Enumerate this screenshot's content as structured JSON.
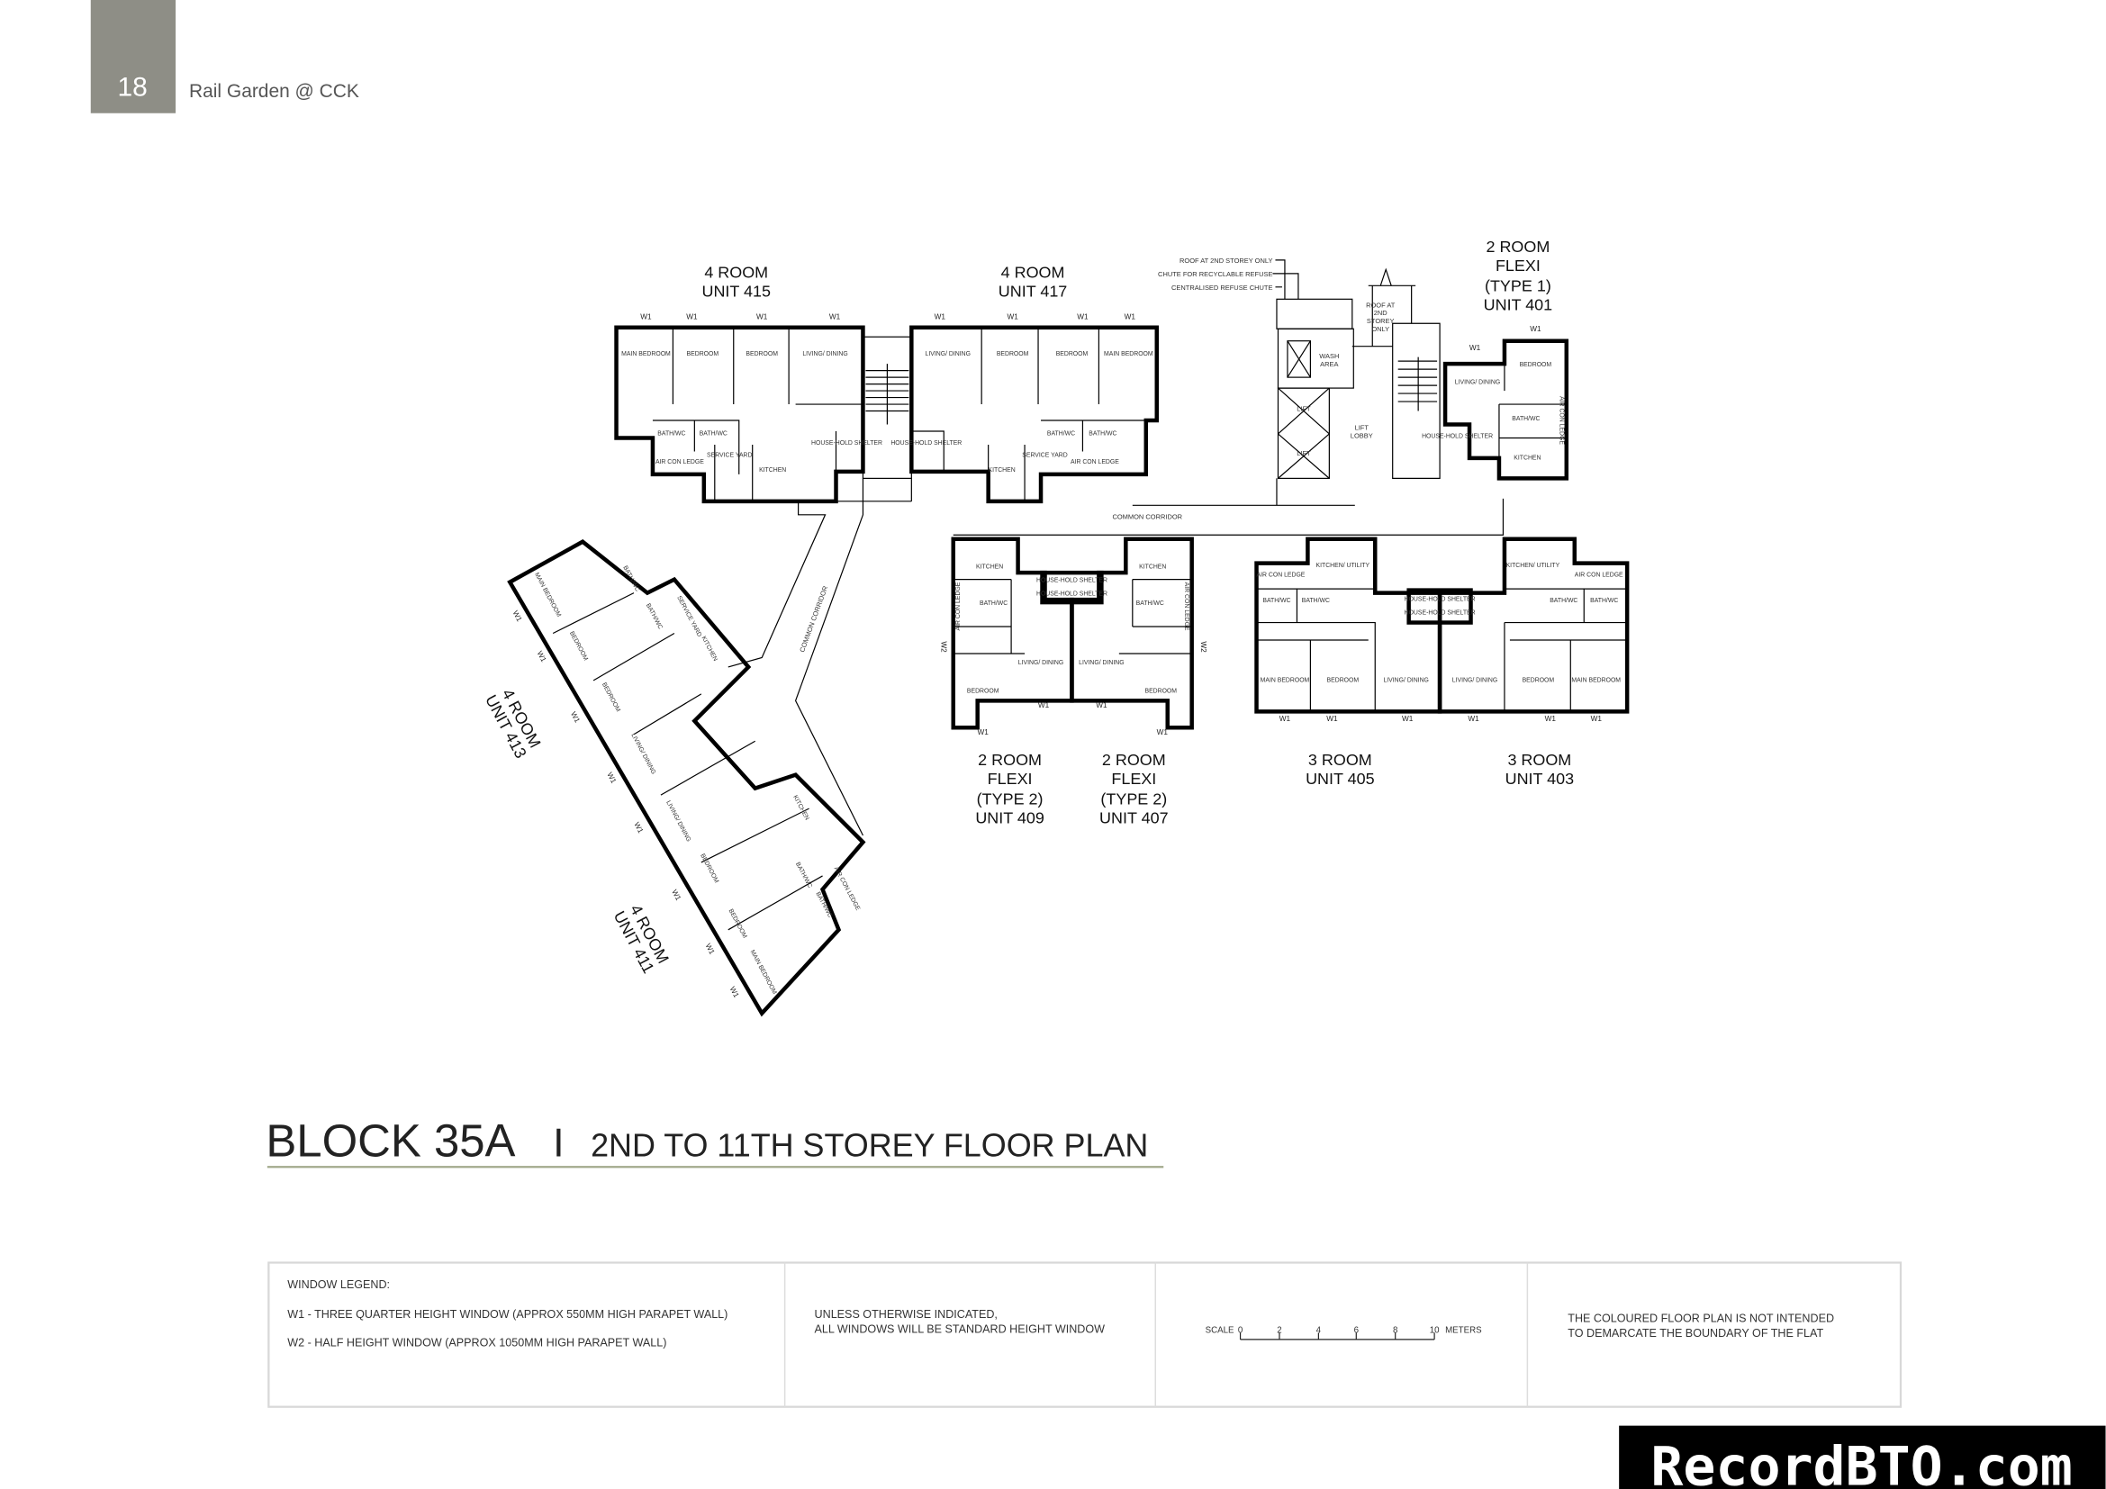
{
  "header": {
    "page_number": "18",
    "project": "Rail Garden @ CCK"
  },
  "colors": {
    "four_room": "#e6ef45",
    "two_room_type2": "#e8675a",
    "three_room": "#a3d977",
    "two_room_type1": "#f4a57b",
    "header_tab": "#8e8e86"
  },
  "units": {
    "u415": {
      "label1": "4 ROOM",
      "label2": "UNIT 415",
      "rooms": [
        "MAIN BEDROOM",
        "BEDROOM",
        "BEDROOM",
        "LIVING/ DINING",
        "BATH/WC",
        "BATH/WC",
        "AIR CON LEDGE",
        "SERVICE YARD",
        "KITCHEN",
        "HOUSE-HOLD SHELTER"
      ]
    },
    "u417": {
      "label1": "4 ROOM",
      "label2": "UNIT 417",
      "rooms": [
        "LIVING/ DINING",
        "BEDROOM",
        "BEDROOM",
        "MAIN BEDROOM",
        "HOUSE-HOLD SHELTER",
        "BATH/WC",
        "BATH/WC",
        "KITCHEN",
        "SERVICE YARD",
        "AIR CON LEDGE"
      ]
    },
    "u401": {
      "label1": "2 ROOM",
      "label2": "FLEXI",
      "label3": "(TYPE 1)",
      "label4": "UNIT 401",
      "rooms": [
        "BEDROOM",
        "LIVING/ DINING",
        "BATH/WC",
        "AIR CON LEDGE",
        "HOUSE-HOLD SHELTER",
        "KITCHEN"
      ]
    },
    "u409": {
      "label1": "2 ROOM",
      "label2": "FLEXI",
      "label3": "(TYPE 2)",
      "label4": "UNIT 409",
      "rooms": [
        "KITCHEN",
        "BATH/WC",
        "LIVING/ DINING",
        "BEDROOM",
        "HOUSE-HOLD SHELTER",
        "AIR CON LEDGE"
      ]
    },
    "u407": {
      "label1": "2 ROOM",
      "label2": "FLEXI",
      "label3": "(TYPE 2)",
      "label4": "UNIT 407",
      "rooms": [
        "KITCHEN",
        "BATH/WC",
        "LIVING/ DINING",
        "BEDROOM",
        "HOUSE-HOLD SHELTER",
        "AIR CON LEDGE"
      ]
    },
    "u405": {
      "label1": "3 ROOM",
      "label2": "UNIT 405",
      "rooms": [
        "AIR CON LEDGE",
        "KITCHEN/ UTILITY",
        "BATH/WC",
        "BATH/WC",
        "MAIN BEDROOM",
        "BEDROOM",
        "LIVING/ DINING",
        "HOUSE-HOLD SHELTER"
      ]
    },
    "u403": {
      "label1": "3 ROOM",
      "label2": "UNIT 403",
      "rooms": [
        "KITCHEN/ UTILITY",
        "AIR CON LEDGE",
        "BATH/WC",
        "BATH/WC",
        "LIVING/ DINING",
        "BEDROOM",
        "MAIN BEDROOM",
        "HOUSE-HOLD SHELTER"
      ]
    },
    "u413": {
      "label1": "4 ROOM",
      "label2": "UNIT 413",
      "rooms": [
        "MAIN BEDROOM",
        "BATH/WC",
        "BATH/WC",
        "BEDROOM",
        "BEDROOM",
        "LIVING/ DINING",
        "KITCHEN",
        "SERVICE YARD"
      ]
    },
    "u411": {
      "label1": "4 ROOM",
      "label2": "UNIT 411",
      "rooms": [
        "LIVING/ DINING",
        "BEDROOM",
        "BEDROOM",
        "MAIN BEDROOM",
        "KITCHEN",
        "BATH/WC",
        "BATH/WC",
        "AIR CON LEDGE"
      ]
    }
  },
  "window_labels": {
    "w1": "W1",
    "w2": "W2"
  },
  "core": {
    "roof_note": "ROOF AT 2ND STOREY ONLY",
    "chute_recyclable": "CHUTE FOR RECYCLABLE REFUSE",
    "chute_central": "CENTRALISED REFUSE CHUTE",
    "roof_label": [
      "ROOF AT",
      "2ND",
      "STOREY",
      "ONLY"
    ],
    "wash_area": [
      "WASH",
      "AREA"
    ],
    "lift": "LIFT",
    "lift_lobby": [
      "LIFT",
      "LOBBY"
    ],
    "common_corridor": "COMMON CORRIDOR"
  },
  "title": {
    "block": "BLOCK 35A",
    "separator": "I",
    "subtitle": "2ND TO 11TH STOREY FLOOR PLAN"
  },
  "legend": {
    "heading": "WINDOW LEGEND:",
    "w1": "W1 - THREE QUARTER HEIGHT WINDOW (APPROX 550MM HIGH PARAPET WALL)",
    "w2": "W2 - HALF HEIGHT WINDOW (APPROX 1050MM HIGH PARAPET WALL)",
    "note1": "UNLESS OTHERWISE INDICATED,",
    "note2": "ALL WINDOWS WILL BE STANDARD HEIGHT WINDOW",
    "scale_label": "SCALE",
    "scale_ticks": [
      "0",
      "2",
      "4",
      "6",
      "8",
      "10"
    ],
    "scale_unit": "METERS",
    "disclaimer1": "THE COLOURED FLOOR PLAN IS NOT INTENDED",
    "disclaimer2": "TO DEMARCATE THE BOUNDARY OF THE FLAT"
  },
  "watermark": "RecordBTO.com"
}
